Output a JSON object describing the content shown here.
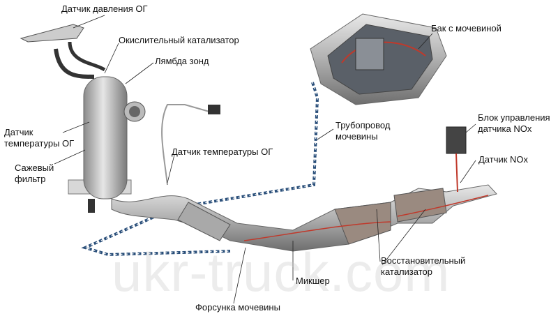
{
  "labels": {
    "pressure_sensor": "Датчик давления ОГ",
    "oxidation_catalyst": "Окислительный катализатор",
    "lambda_probe": "Лямбда зонд",
    "temp_sensor_left_1": "Датчик",
    "temp_sensor_left_2": "температуры ОГ",
    "soot_filter_1": "Сажевый",
    "soot_filter_2": "фильтр",
    "temp_sensor_mid": "Датчик температуры ОГ",
    "urea_tank": "Бак с мочевиной",
    "urea_line_1": "Трубопровод",
    "urea_line_2": "мочевины",
    "nox_control_1": "Блок управления",
    "nox_control_2": "датчика NOx",
    "nox_sensor": "Датчик NOx",
    "reduction_catalyst_1": "Восстановительный",
    "reduction_catalyst_2": "катализатор",
    "mixer": "Микшер",
    "urea_injector": "Форсунка мочевины"
  },
  "watermark": "ukr-truck.com",
  "colors": {
    "urea_line": "#2a4f7a",
    "heat_line": "#c0392b",
    "metal": "#b8b8b8"
  }
}
